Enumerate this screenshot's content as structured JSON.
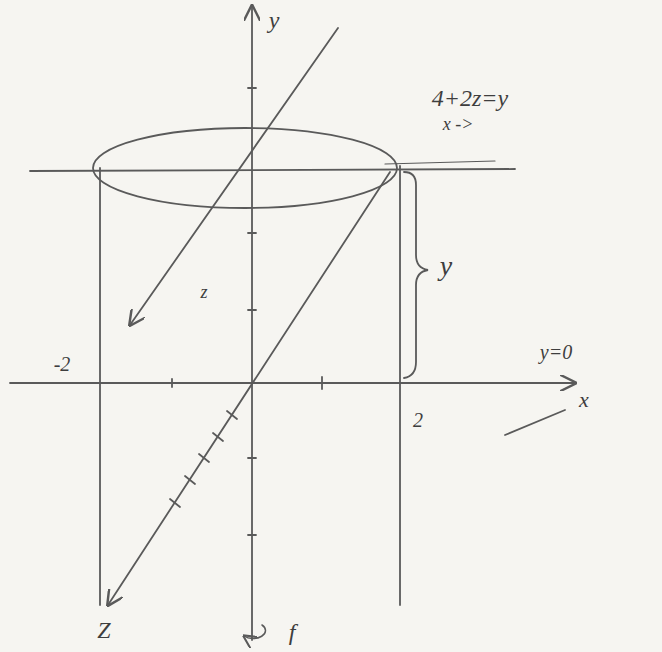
{
  "diagram": {
    "labels": [
      "y",
      "4+2z=y",
      "x ->",
      "y",
      "y=0",
      "-2",
      "2",
      "x",
      "z",
      "Z",
      "f"
    ]
  }
}
